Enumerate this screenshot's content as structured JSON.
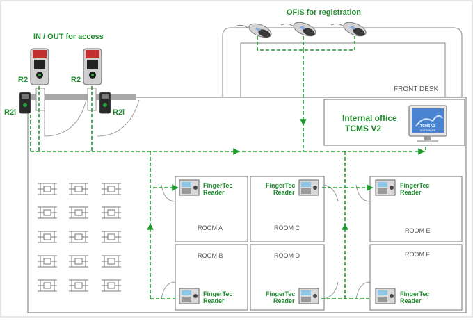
{
  "labels": {
    "ofis": "OFIS for registration",
    "inout": "IN / OUT for access",
    "r2_left": "R2",
    "r2_right": "R2",
    "r2i_left": "R2i",
    "r2i_right": "R2i",
    "front_desk": "FRONT DESK",
    "office_line1": "Internal office",
    "office_line2": "TCMS V2",
    "monitor_brand": "TCMS V2",
    "monitor_sub": "SOFTWARE"
  },
  "rooms": {
    "a": "ROOM A",
    "b": "ROOM B",
    "c": "ROOM C",
    "d": "ROOM D",
    "e": "ROOM E",
    "f": "ROOM F"
  },
  "reader": {
    "line1": "FingerTec",
    "line2": "Reader"
  },
  "colors": {
    "accent_green": "#1f8a2e",
    "dashed_path": "#1f9a2e",
    "wall_gray": "#8a8a8a"
  }
}
